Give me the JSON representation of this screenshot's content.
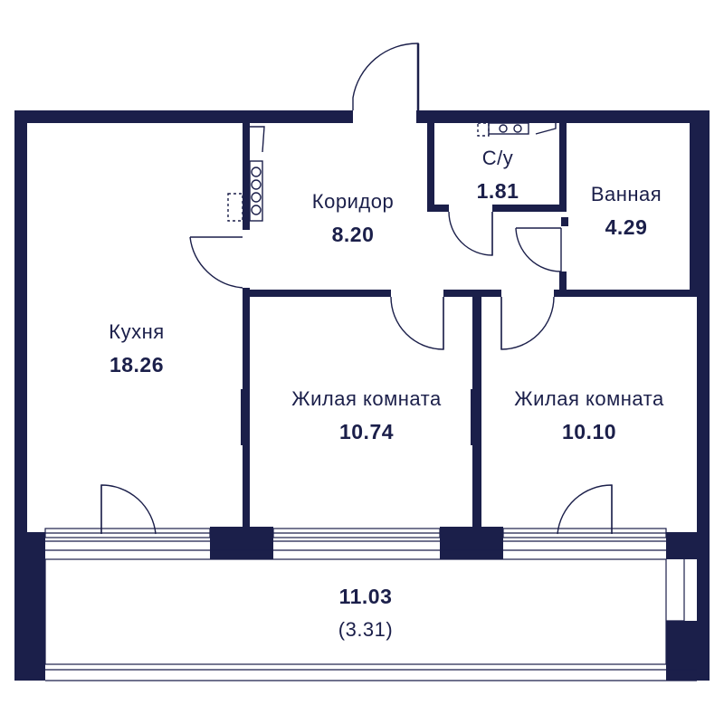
{
  "colors": {
    "wall": "#1b1f4a",
    "line": "#1b1f4a",
    "background": "#ffffff"
  },
  "rooms": {
    "corridor": {
      "name": "Коридор",
      "area": "8.20"
    },
    "wc": {
      "name": "С/у",
      "area": "1.81"
    },
    "bath": {
      "name": "Ванная",
      "area": "4.29"
    },
    "kitchen": {
      "name": "Кухня",
      "area": "18.26"
    },
    "living1": {
      "name": "Жилая комната",
      "area": "10.74"
    },
    "living2": {
      "name": "Жилая комната",
      "area": "10.10"
    },
    "balcony": {
      "area": "11.03",
      "sub": "(3.31)"
    }
  }
}
